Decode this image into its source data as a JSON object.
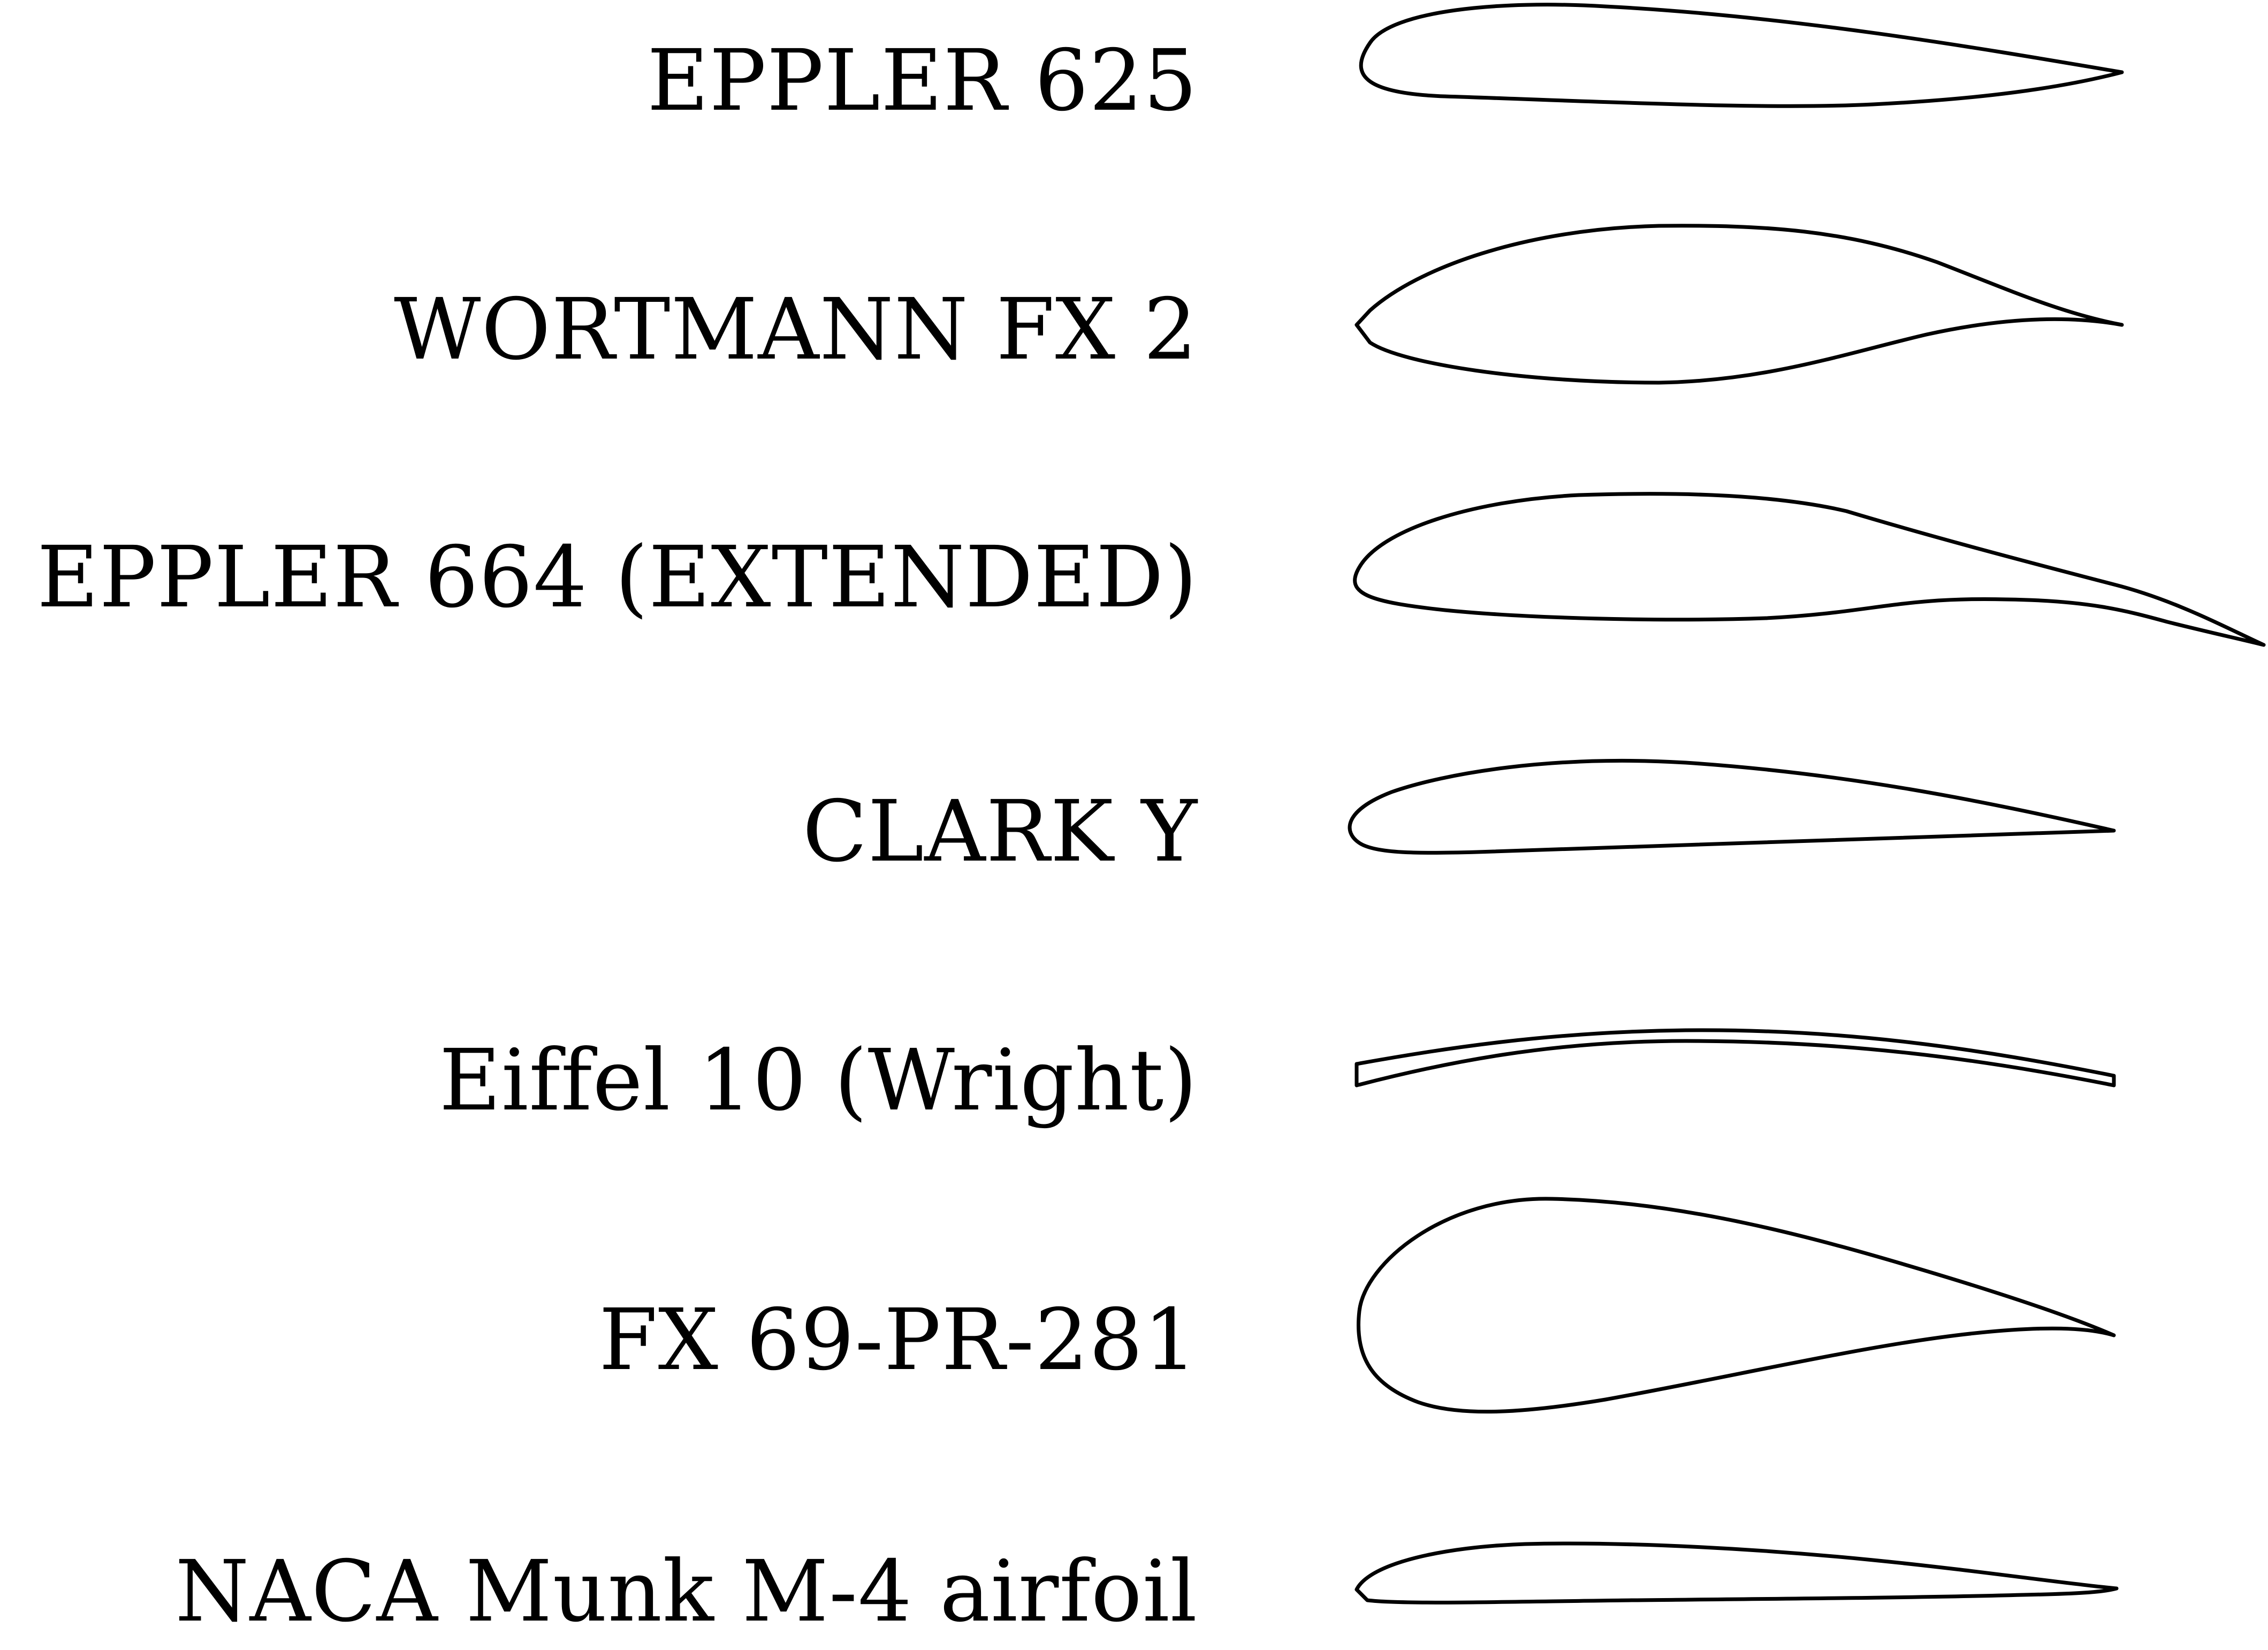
{
  "airfoils": [
    {
      "name": "EPPLER 625"
    },
    {
      "name": "WORTMANN FX 2"
    },
    {
      "name": "EPPLER 664 (EXTENDED)"
    },
    {
      "name": "CLARK Y"
    },
    {
      "name": "Eiffel 10 (Wright)"
    },
    {
      "name": "FX 69-PR-281"
    },
    {
      "name": "NACA Munk M-4 airfoil"
    }
  ],
  "colors": {
    "ink": "#000000",
    "background": "#ffffff"
  }
}
